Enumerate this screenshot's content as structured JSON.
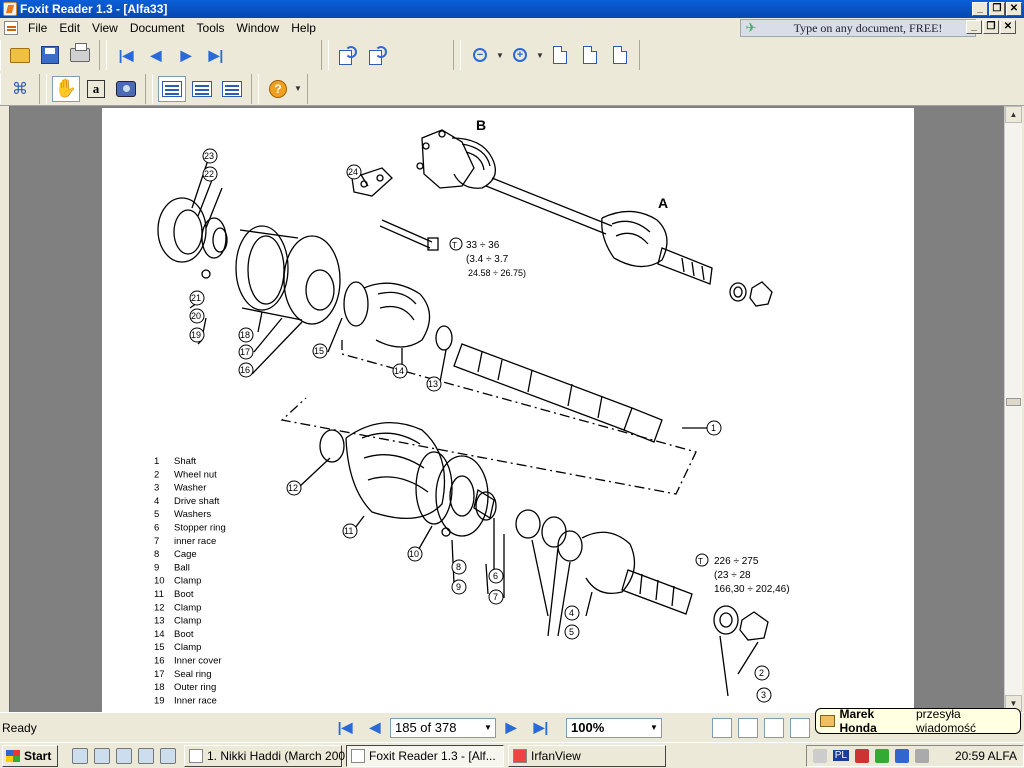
{
  "window": {
    "title": "Foxit Reader 1.3 - [Alfa33]"
  },
  "menu": [
    "File",
    "Edit",
    "View",
    "Document",
    "Tools",
    "Window",
    "Help"
  ],
  "ad": {
    "text": "Type on any document, FREE!"
  },
  "diagram": {
    "labels": {
      "b": "B",
      "a": "A"
    },
    "torque_top": {
      "l1": "33 ÷ 36",
      "l2": "(3.4 ÷ 3.7",
      "l3": "24.58 ÷ 26.75)"
    },
    "torque_bottom": {
      "l1": "226 ÷ 275",
      "l2": "(23 ÷ 28",
      "l3": "166,30 ÷ 202,46)"
    },
    "callouts": [
      "1",
      "2",
      "3",
      "4",
      "5",
      "6",
      "7",
      "8",
      "9",
      "10",
      "11",
      "12",
      "13",
      "14",
      "15",
      "16",
      "17",
      "18",
      "19",
      "20",
      "21",
      "22",
      "23",
      "24"
    ],
    "legend": [
      {
        "n": "1",
        "t": "Shaft"
      },
      {
        "n": "2",
        "t": "Wheel nut"
      },
      {
        "n": "3",
        "t": "Washer"
      },
      {
        "n": "4",
        "t": "Drive shaft"
      },
      {
        "n": "5",
        "t": "Washers"
      },
      {
        "n": "6",
        "t": "Stopper ring"
      },
      {
        "n": "7",
        "t": "inner race"
      },
      {
        "n": "8",
        "t": "Cage"
      },
      {
        "n": "9",
        "t": "Ball"
      },
      {
        "n": "10",
        "t": "Clamp"
      },
      {
        "n": "11",
        "t": "Boot"
      },
      {
        "n": "12",
        "t": "Clamp"
      },
      {
        "n": "13",
        "t": "Clamp"
      },
      {
        "n": "14",
        "t": "Boot"
      },
      {
        "n": "15",
        "t": "Clamp"
      },
      {
        "n": "16",
        "t": "Inner cover"
      },
      {
        "n": "17",
        "t": "Seal ring"
      },
      {
        "n": "18",
        "t": "Outer ring"
      },
      {
        "n": "19",
        "t": "Inner race"
      }
    ]
  },
  "status": {
    "text": "Ready",
    "page_value": "185 of 378",
    "zoom_value": "100%"
  },
  "notification": {
    "name": "Marek Honda",
    "message": "przesyła wiadomość"
  },
  "taskbar": {
    "start": "Start",
    "tasks": [
      "1. Nikki Haddi (March 200...",
      "Foxit Reader 1.3 - [Alf...",
      "IrfanView"
    ],
    "tray_lang": "PL",
    "clock": "20:59 ALFA"
  }
}
